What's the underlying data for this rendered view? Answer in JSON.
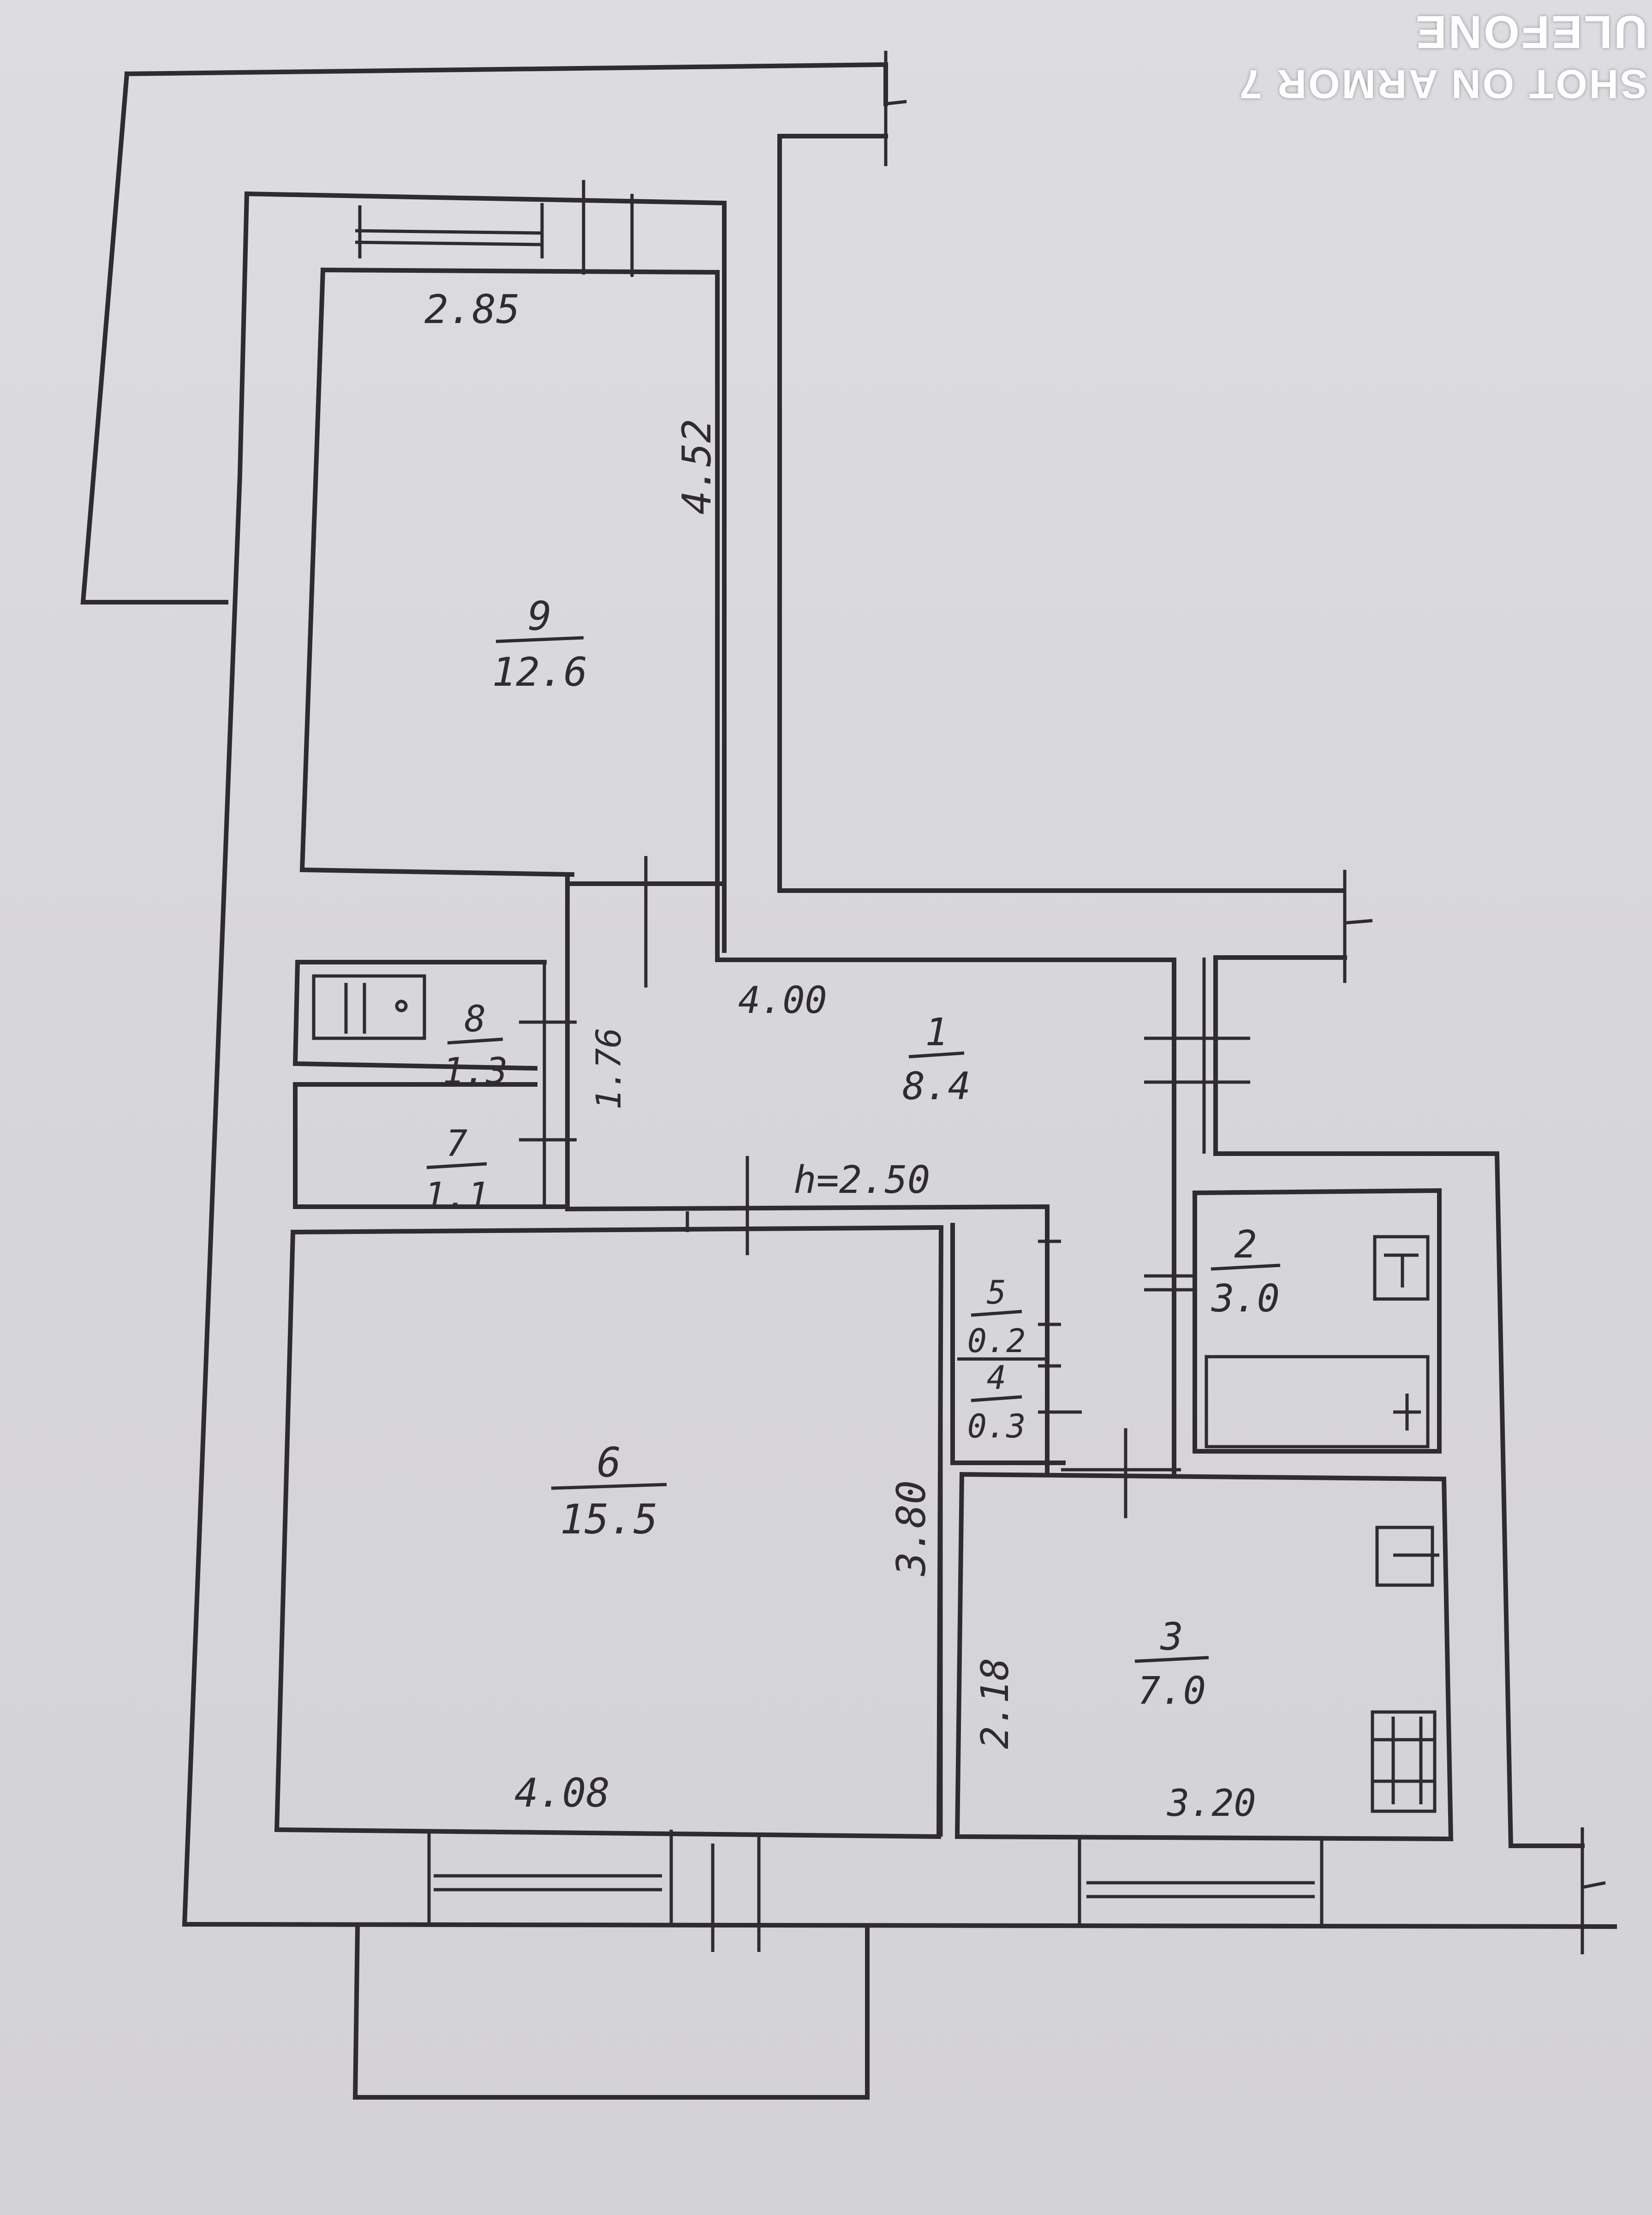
{
  "watermark": {
    "line1": "SHOT ON ARMOR 7",
    "line2": "ULEFONE"
  },
  "rooms": [
    {
      "id": "room-1",
      "number": "1",
      "area": "8.4"
    },
    {
      "id": "room-2",
      "number": "2",
      "area": "3.0"
    },
    {
      "id": "room-3",
      "number": "3",
      "area": "7.0"
    },
    {
      "id": "room-4",
      "number": "4",
      "area": "0.3"
    },
    {
      "id": "room-5",
      "number": "5",
      "area": "0.2"
    },
    {
      "id": "room-6",
      "number": "6",
      "area": "15.5"
    },
    {
      "id": "room-7",
      "number": "7",
      "area": "1.1"
    },
    {
      "id": "room-8",
      "number": "8",
      "area": "1.3"
    },
    {
      "id": "room-9",
      "number": "9",
      "area": "12.6"
    }
  ],
  "dimensions": {
    "room9_width": "2.85",
    "room9_length": "4.52",
    "room1_width": "4.00",
    "room1_depth": "1.76",
    "ceiling_height": "h=2.50",
    "room6_width": "4.08",
    "room6_length": "3.80",
    "room3_width": "3.20",
    "room3_length": "2.18"
  },
  "colors": {
    "paper": "#d9d8dc",
    "ink": "#2f2b30",
    "watermark": "#ffffff"
  }
}
